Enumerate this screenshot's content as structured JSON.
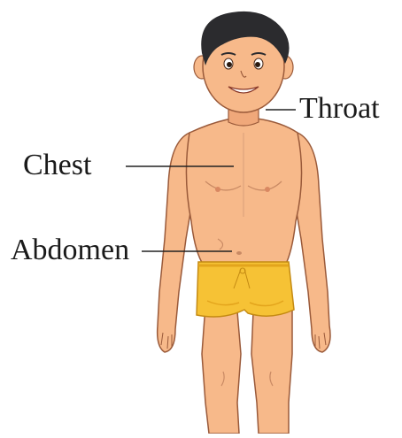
{
  "labels": {
    "throat": "Throat",
    "chest": "Chest",
    "abdomen": "Abdomen"
  },
  "colors": {
    "skin": "#f7b98a",
    "skin_shade": "#e89a6c",
    "outline": "#9a5a3a",
    "hair": "#2b2b2e",
    "shorts": "#f6c235",
    "shorts_shade": "#e3a41c",
    "leader_line": "#222222"
  }
}
